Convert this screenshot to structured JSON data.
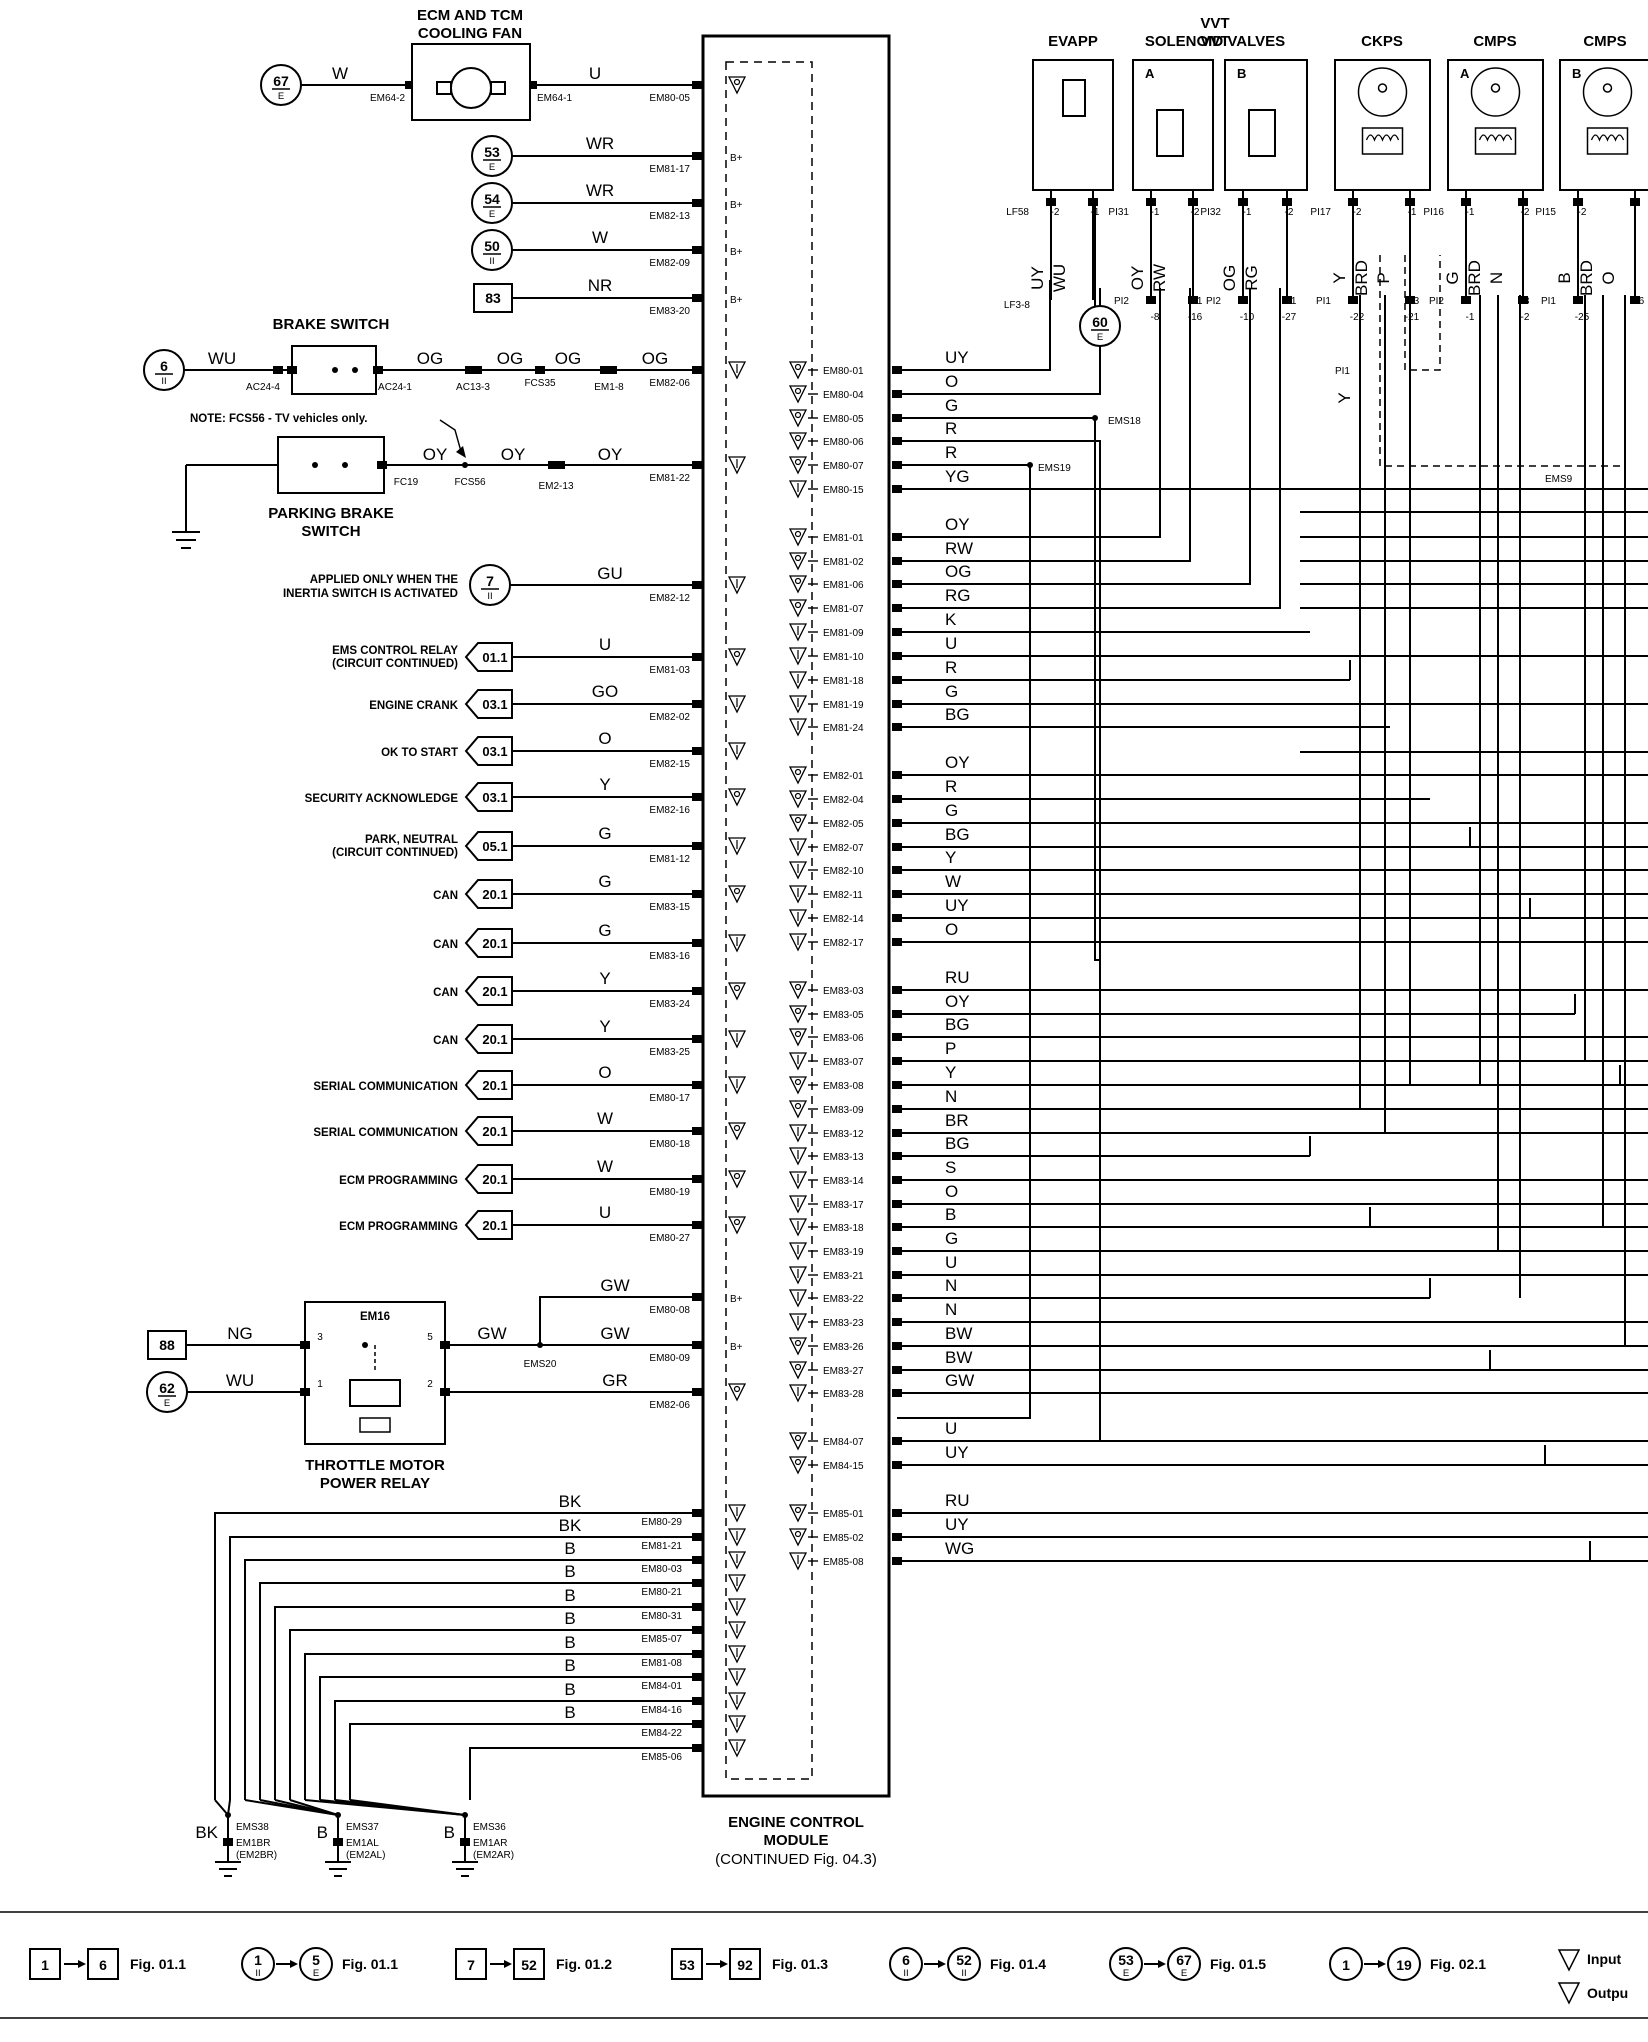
{
  "diagram": {
    "ecm": {
      "title_lines": [
        "ENGINE CONTROL",
        "MODULE",
        "(CONTINUED Fig. 04.3)"
      ],
      "left_pins": [
        {
          "wire": "W",
          "pin": "EM80-05",
          "sym": "O"
        },
        {
          "wire": "WR",
          "pin": "EM81-17",
          "sym": "B+"
        },
        {
          "wire": "WR",
          "pin": "EM82-13",
          "sym": "B+"
        },
        {
          "wire": "W",
          "pin": "EM82-09",
          "sym": "B+"
        },
        {
          "wire": "NR",
          "pin": "EM83-20",
          "sym": "B+"
        },
        {
          "wire": "OG",
          "pin": "EM82-06",
          "sym": "I"
        },
        {
          "wire": "OY",
          "pin": "EM81-22",
          "sym": "I"
        },
        {
          "wire": "GU",
          "pin": "EM82-12",
          "sym": "I"
        },
        {
          "wire": "U",
          "pin": "EM81-03",
          "sym": "O"
        },
        {
          "wire": "GO",
          "pin": "EM82-02",
          "sym": "I"
        },
        {
          "wire": "O",
          "pin": "EM82-15",
          "sym": "I"
        },
        {
          "wire": "Y",
          "pin": "EM82-16",
          "sym": "O"
        },
        {
          "wire": "G",
          "pin": "EM81-12",
          "sym": "I"
        },
        {
          "wire": "G",
          "pin": "EM83-15",
          "sym": "O-"
        },
        {
          "wire": "G",
          "pin": "EM83-16",
          "sym": "I-"
        },
        {
          "wire": "Y",
          "pin": "EM83-24",
          "sym": "O+"
        },
        {
          "wire": "Y",
          "pin": "EM83-25",
          "sym": "I+"
        },
        {
          "wire": "O",
          "pin": "EM80-17",
          "sym": "I"
        },
        {
          "wire": "W",
          "pin": "EM80-18",
          "sym": "O"
        },
        {
          "wire": "W",
          "pin": "EM80-19",
          "sym": "O"
        },
        {
          "wire": "U",
          "pin": "EM80-27",
          "sym": "O"
        },
        {
          "wire": "GW",
          "pin": "EM80-08",
          "sym": "B+"
        },
        {
          "wire": "GW",
          "pin": "EM80-09",
          "sym": "B+"
        },
        {
          "wire": "GR",
          "pin": "EM82-06",
          "sym": "O"
        }
      ],
      "ground_pins": [
        {
          "wire": "BK",
          "pin": "EM80-29"
        },
        {
          "wire": "BK",
          "pin": "EM81-21"
        },
        {
          "wire": "B",
          "pin": "EM80-03"
        },
        {
          "wire": "B",
          "pin": "EM80-21"
        },
        {
          "wire": "B",
          "pin": "EM80-31"
        },
        {
          "wire": "B",
          "pin": "EM85-07"
        },
        {
          "wire": "B",
          "pin": "EM81-08"
        },
        {
          "wire": "B",
          "pin": "EM84-01"
        },
        {
          "wire": "B",
          "pin": "EM84-16"
        },
        {
          "wire": "B",
          "pin": "EM84-22"
        },
        {
          "wire": "",
          "pin": "EM85-06"
        }
      ],
      "right_pins": [
        {
          "pin": "EM80-01",
          "wire": "UY",
          "io": "O"
        },
        {
          "pin": "EM80-04",
          "wire": "O",
          "io": "O"
        },
        {
          "pin": "EM80-05",
          "wire": "G",
          "io": "O"
        },
        {
          "pin": "EM80-06",
          "wire": "R",
          "io": "O"
        },
        {
          "pin": "EM80-07",
          "wire": "R",
          "io": "O"
        },
        {
          "pin": "EM80-15",
          "wire": "YG",
          "io": "I"
        },
        {
          "pin": "EM81-01",
          "wire": "OY",
          "io": "O"
        },
        {
          "pin": "EM81-02",
          "wire": "RW",
          "io": "O"
        },
        {
          "pin": "EM81-06",
          "wire": "OG",
          "io": "O"
        },
        {
          "pin": "EM81-07",
          "wire": "RG",
          "io": "O"
        },
        {
          "pin": "EM81-09",
          "wire": "K",
          "io": "I"
        },
        {
          "pin": "EM81-10",
          "wire": "U",
          "io": "I"
        },
        {
          "pin": "EM81-18",
          "wire": "R",
          "io": "I"
        },
        {
          "pin": "EM81-19",
          "wire": "G",
          "io": "I"
        },
        {
          "pin": "EM81-24",
          "wire": "BG",
          "io": "I"
        },
        {
          "pin": "EM82-01",
          "wire": "OY",
          "io": "O"
        },
        {
          "pin": "EM82-04",
          "wire": "R",
          "io": "O"
        },
        {
          "pin": "EM82-05",
          "wire": "G",
          "io": "O"
        },
        {
          "pin": "EM82-07",
          "wire": "BG",
          "io": "I"
        },
        {
          "pin": "EM82-10",
          "wire": "Y",
          "io": "I"
        },
        {
          "pin": "EM82-11",
          "wire": "W",
          "io": "I"
        },
        {
          "pin": "EM82-14",
          "wire": "UY",
          "io": "I"
        },
        {
          "pin": "EM82-17",
          "wire": "O",
          "io": "I"
        },
        {
          "pin": "EM83-03",
          "wire": "RU",
          "io": "O"
        },
        {
          "pin": "EM83-05",
          "wire": "OY",
          "io": "O"
        },
        {
          "pin": "EM83-06",
          "wire": "BG",
          "io": "O"
        },
        {
          "pin": "EM83-07",
          "wire": "P",
          "io": "I"
        },
        {
          "pin": "EM83-08",
          "wire": "Y",
          "io": "O"
        },
        {
          "pin": "EM83-09",
          "wire": "N",
          "io": "O"
        },
        {
          "pin": "EM83-12",
          "wire": "BR",
          "io": "I"
        },
        {
          "pin": "EM83-13",
          "wire": "BG",
          "io": "I"
        },
        {
          "pin": "EM83-14",
          "wire": "S",
          "io": "I"
        },
        {
          "pin": "EM83-17",
          "wire": "O",
          "io": "I"
        },
        {
          "pin": "EM83-18",
          "wire": "B",
          "io": "I"
        },
        {
          "pin": "EM83-19",
          "wire": "G",
          "io": "I"
        },
        {
          "pin": "EM83-21",
          "wire": "U",
          "io": "I"
        },
        {
          "pin": "EM83-22",
          "wire": "N",
          "io": "I"
        },
        {
          "pin": "EM83-23",
          "wire": "N",
          "io": "I"
        },
        {
          "pin": "EM83-26",
          "wire": "BW",
          "io": "O"
        },
        {
          "pin": "EM83-27",
          "wire": "BW",
          "io": "O"
        },
        {
          "pin": "EM83-28",
          "wire": "GW",
          "io": "I"
        },
        {
          "pin": "EM84-07",
          "wire": "U",
          "io": "O"
        },
        {
          "pin": "EM84-15",
          "wire": "UY",
          "io": "O"
        },
        {
          "pin": "EM85-01",
          "wire": "RU",
          "io": "O"
        },
        {
          "pin": "EM85-02",
          "wire": "UY",
          "io": "O"
        },
        {
          "pin": "EM85-08",
          "wire": "WG",
          "io": "I"
        }
      ]
    },
    "fan": {
      "title_lines": [
        "ECM AND TCM",
        "COOLING FAN"
      ],
      "ref": "67",
      "ref_sub": "E",
      "wire_in": "W",
      "wire_out": "U",
      "pin_in": "EM64-2",
      "pin_out": "EM64-1"
    },
    "supply_refs": [
      {
        "num": "53",
        "sub": "E",
        "shape": "circle"
      },
      {
        "num": "54",
        "sub": "E",
        "shape": "circle"
      },
      {
        "num": "50",
        "sub": "II",
        "shape": "circle"
      },
      {
        "num": "83",
        "sub": "",
        "shape": "square"
      }
    ],
    "brake_switch": {
      "title": "BRAKE SWITCH",
      "ref": "6",
      "ref_sub": "II",
      "wires": [
        "WU",
        "OG",
        "OG",
        "OG",
        "OG"
      ],
      "pins": [
        "AC24-4",
        "AC24-1",
        "AC13-3",
        "FCS35",
        "EM1-8"
      ]
    },
    "parking_brake": {
      "title_lines": [
        "PARKING BRAKE",
        "SWITCH"
      ],
      "note": "NOTE: FCS56 - TV vehicles only.",
      "wires": [
        "OY",
        "OY",
        "OY"
      ],
      "pins": [
        "FC19",
        "FCS56",
        "EM2-13"
      ]
    },
    "inertia": {
      "text_lines": [
        "APPLIED ONLY WHEN THE",
        "INERTIA SWITCH IS ACTIVATED"
      ],
      "ref": "7",
      "ref_sub": "II"
    },
    "signal_refs": [
      {
        "label_lines": [
          "EMS CONTROL RELAY",
          "(CIRCUIT CONTINUED)"
        ],
        "ref": "01.1"
      },
      {
        "label_lines": [
          "ENGINE CRANK"
        ],
        "ref": "03.1"
      },
      {
        "label_lines": [
          "OK TO START"
        ],
        "ref": "03.1"
      },
      {
        "label_lines": [
          "SECURITY ACKNOWLEDGE"
        ],
        "ref": "03.1"
      },
      {
        "label_lines": [
          "PARK, NEUTRAL",
          "(CIRCUIT CONTINUED)"
        ],
        "ref": "05.1"
      },
      {
        "label_lines": [
          "CAN"
        ],
        "ref": "20.1"
      },
      {
        "label_lines": [
          "CAN"
        ],
        "ref": "20.1"
      },
      {
        "label_lines": [
          "CAN"
        ],
        "ref": "20.1"
      },
      {
        "label_lines": [
          "CAN"
        ],
        "ref": "20.1"
      },
      {
        "label_lines": [
          "SERIAL COMMUNICATION"
        ],
        "ref": "20.1"
      },
      {
        "label_lines": [
          "SERIAL COMMUNICATION"
        ],
        "ref": "20.1"
      },
      {
        "label_lines": [
          "ECM PROGRAMMING"
        ],
        "ref": "20.1"
      },
      {
        "label_lines": [
          "ECM PROGRAMMING"
        ],
        "ref": "20.1"
      }
    ],
    "relay": {
      "title_lines": [
        "THROTTLE MOTOR",
        "POWER RELAY"
      ],
      "id": "EM16",
      "ref_sq": "88",
      "ref_circle": "62",
      "ref_circle_sub": "E",
      "wire_ng": "NG",
      "wire_wu": "WU",
      "wire_gw": "GW",
      "splice": "EMS20",
      "pins": [
        "3",
        "5",
        "1",
        "2"
      ]
    },
    "grounds": [
      {
        "wire": "BK",
        "splice": "EMS38",
        "conn_lines": [
          "EM1BR",
          "(EM2BR)"
        ]
      },
      {
        "wire": "B",
        "splice": "EMS37",
        "conn_lines": [
          "EM1AL",
          "(EM2AL)"
        ]
      },
      {
        "wire": "B",
        "splice": "EMS36",
        "conn_lines": [
          "EM1AR",
          "(EM2AR)"
        ]
      }
    ],
    "components": [
      {
        "title_lines": [
          "EVAPP"
        ],
        "sub": "",
        "pins": [
          "LF58",
          "-2",
          "-1"
        ],
        "wires": [
          "UY",
          "WU"
        ],
        "conn": "LF3-8",
        "ref": "60",
        "ref_sub": "E"
      },
      {
        "title_lines": [
          "VVT",
          "SOLENOID VALVES"
        ],
        "sub": "A",
        "pins": [
          "PI31",
          "-1",
          "-2"
        ],
        "wires": [
          "OY",
          "RW"
        ],
        "conn": [
          "PI2",
          "-8",
          "PI1",
          "-16"
        ]
      },
      {
        "title_lines": [
          ""
        ],
        "sub": "B",
        "pins": [
          "PI32",
          "-1",
          "-2"
        ],
        "wires": [
          "OG",
          "RG"
        ],
        "conn": [
          "PI2",
          "-10",
          "PI1",
          "-27"
        ]
      },
      {
        "title_lines": [
          "CKPS"
        ],
        "sub": "",
        "pins": [
          "PI17",
          "-2",
          "-1"
        ],
        "wires": [
          "Y",
          "BRD",
          "P"
        ],
        "conn": [
          "PI1",
          "-22",
          "-23",
          "-21"
        ]
      },
      {
        "title_lines": [
          "CMPS"
        ],
        "sub": "A",
        "pins": [
          "PI16",
          "-1",
          "-2"
        ],
        "wires": [
          "G",
          "BRD",
          "N"
        ],
        "conn": [
          "PI2",
          "-1",
          "-3",
          "-2"
        ]
      },
      {
        "title_lines": [
          "CMPS"
        ],
        "sub": "B",
        "pins": [
          "PI15",
          "-2"
        ],
        "wires": [
          "B",
          "BRD",
          "O"
        ],
        "conn": [
          "PI1",
          "-25",
          "-26"
        ]
      }
    ],
    "splices": [
      "EMS18",
      "EMS19",
      "EMS9"
    ],
    "legend": [
      {
        "from": "1",
        "from_sub": "",
        "to": "6",
        "to_sub": "",
        "shape": "square",
        "fig": "Fig. 01.1"
      },
      {
        "from": "1",
        "from_sub": "II",
        "to": "5",
        "to_sub": "E",
        "shape": "circle",
        "fig": "Fig. 01.1"
      },
      {
        "from": "7",
        "from_sub": "",
        "to": "52",
        "to_sub": "",
        "shape": "square",
        "fig": "Fig. 01.2"
      },
      {
        "from": "53",
        "from_sub": "",
        "to": "92",
        "to_sub": "",
        "shape": "square",
        "fig": "Fig. 01.3"
      },
      {
        "from": "6",
        "from_sub": "II",
        "to": "52",
        "to_sub": "II",
        "shape": "circle",
        "fig": "Fig. 01.4"
      },
      {
        "from": "53",
        "from_sub": "E",
        "to": "67",
        "to_sub": "E",
        "shape": "circle",
        "fig": "Fig. 01.5"
      },
      {
        "from": "1",
        "from_sub": "",
        "to": "19",
        "to_sub": "",
        "shape": "circle",
        "fig": "Fig. 02.1"
      }
    ],
    "io_legend": {
      "input": "Input",
      "output": "Outpu"
    }
  }
}
